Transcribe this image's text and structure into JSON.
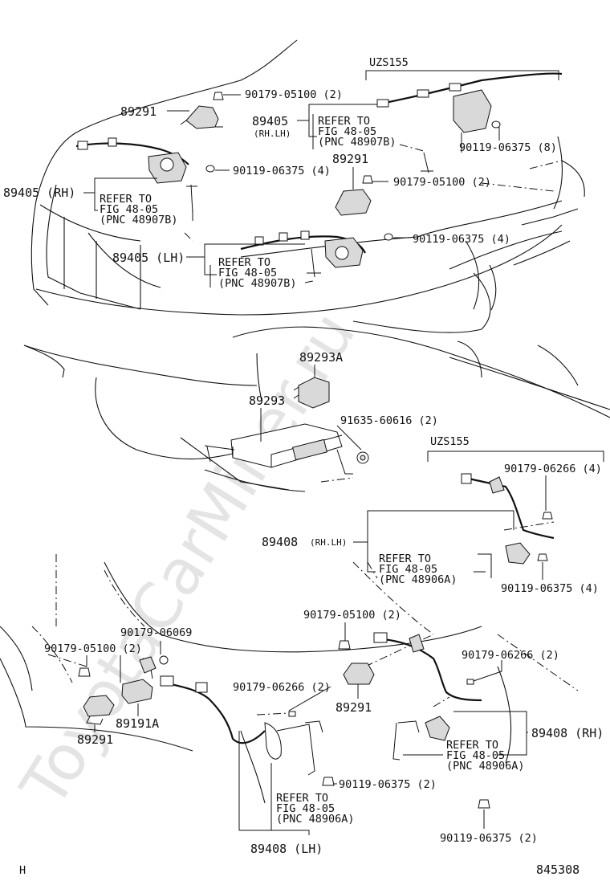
{
  "watermark": "ToyotaCarMiner.ru",
  "variant_labels": {
    "top": "UZS155",
    "middle": "UZS155"
  },
  "callouts": {
    "c_89291_a": "89291",
    "c_90179_05100_a": "90179-05100 (2)",
    "c_89405_rhlh": "89405",
    "c_89405_rhlh_sub": "(RH.LH)",
    "c_refer_1a": "REFER TO",
    "c_refer_1b": "FIG 48-05",
    "c_refer_1c": "(PNC 48907B)",
    "c_90119_06375_8": "90119-06375 (8)",
    "c_89291_b": "89291",
    "c_90179_05100_b": "90179-05100 (2)",
    "c_90119_06375_4a": "90119-06375 (4)",
    "c_89405_rh": "89405 (RH)",
    "c_refer_2a": "REFER TO",
    "c_refer_2b": "FIG 48-05",
    "c_refer_2c": "(PNC 48907B)",
    "c_90119_06375_4b": "90119-06375 (4)",
    "c_89405_lh": "89405 (LH)",
    "c_refer_3a": "REFER TO",
    "c_refer_3b": "FIG 48-05",
    "c_refer_3c": "(PNC 48907B)",
    "c_89293a": "89293A",
    "c_89293": "89293",
    "c_91635": "91635-60616 (2)",
    "c_90179_06266_4": "90179-06266 (4)",
    "c_89408_rhlh": "89408",
    "c_89408_rhlh_sub": "(RH.LH)",
    "c_refer_4a": "REFER TO",
    "c_refer_4b": "FIG 48-05",
    "c_refer_4c": "(PNC 48906A)",
    "c_90119_06375_4c": "90119-06375 (4)",
    "c_90179_06069": "90179-06069",
    "c_90179_05100_c": "90179-05100 (2)",
    "c_90179_05100_d": "90179-05100 (2)",
    "c_90179_06266_2a": "90179-06266 (2)",
    "c_90179_06266_2b": "90179-06266 (2)",
    "c_89291_c": "89291",
    "c_89191a": "89191A",
    "c_89291_d": "89291",
    "c_refer_5a": "REFER TO",
    "c_refer_5b": "FIG 48-05",
    "c_refer_5c": "(PNC 48906A)",
    "c_89408_rh": "89408 (RH)",
    "c_90119_06375_2a": "90119-06375 (2)",
    "c_refer_6a": "REFER TO",
    "c_refer_6b": "FIG 48-05",
    "c_refer_6c": "(PNC 48906A)",
    "c_90119_06375_2b": "90119-06375 (2)",
    "c_89408_lh": "89408 (LH)"
  },
  "footer": {
    "left_code": "H",
    "diagram_number": "845308"
  }
}
